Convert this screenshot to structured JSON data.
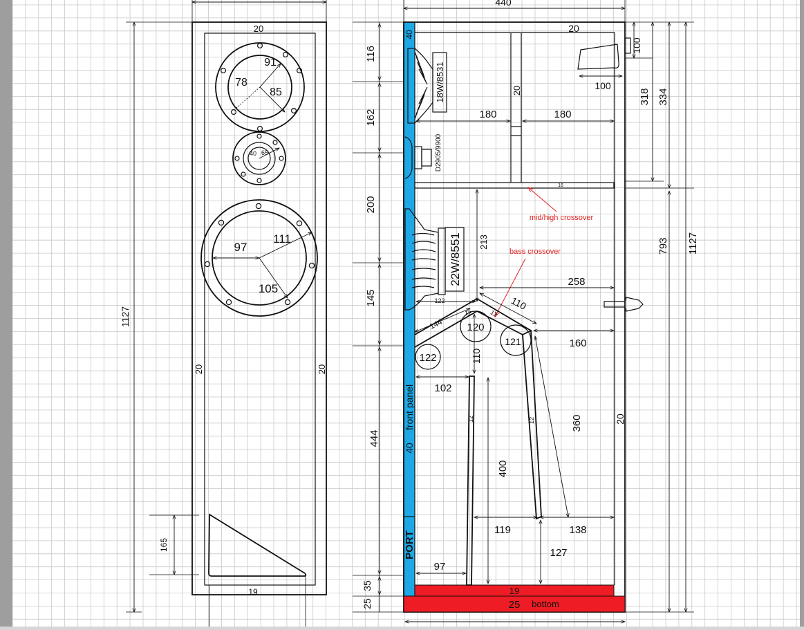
{
  "colors": {
    "panel_blue": "#1ea8e6",
    "bottom_red": "#ee1c24",
    "annotation_red": "#e02020",
    "grid_line": "#c8c8c8",
    "paper": "#ffffff",
    "frame": "#9e9e9e"
  },
  "front_view": {
    "height_1127": "1127",
    "top_20": "20",
    "left_20": "20",
    "right_20": "20",
    "port_165": "165",
    "bottom_19": "19",
    "woofer_top": {
      "d1": "91",
      "d2": "78",
      "d3": "85"
    },
    "tweeter": {
      "d1": "40",
      "d2": "65"
    },
    "woofer_bottom": {
      "d1": "97",
      "d2": "111",
      "d3": "105"
    }
  },
  "side_view": {
    "width_440": "440",
    "top_20": "20",
    "front_40_top": "40",
    "left_116": "116",
    "left_162": "162",
    "left_200": "200",
    "left_145": "145",
    "left_444": "444",
    "left_35": "35",
    "left_25": "25",
    "right_100": "100",
    "right_318": "318",
    "right_334": "334",
    "right_793": "793",
    "right_1127": "1127",
    "shelf_16": "16",
    "driver_mid": "18W/8531",
    "driver_tweeter": "D2905/9900",
    "driver_bass": "22W/8551",
    "w180_left": "180",
    "w180_right": "180",
    "vertical_20": "20",
    "w100": "100",
    "mid_high_crossover": "mid/high crossover",
    "bass_crossover": "bass crossover",
    "h213": "213",
    "w258": "258",
    "w122_top": "122",
    "w110_diag": "110",
    "w144": "144",
    "t12_a": "12",
    "t12_b": "12",
    "angle120": "120",
    "angle121": "121",
    "angle122": "122",
    "w160": "160",
    "h110": "110",
    "w102": "102",
    "front_panel_label": "front panel",
    "front_40_mid": "40",
    "port_label": "PORT",
    "w97": "97",
    "h400": "400",
    "baffle_12_left": "12",
    "baffle_12_right": "12",
    "h360": "360",
    "w119": "119",
    "w138": "138",
    "h127": "127",
    "right_20": "20",
    "bottom_19": "19",
    "bottom_25": "25",
    "bottom_label": "bottom"
  }
}
